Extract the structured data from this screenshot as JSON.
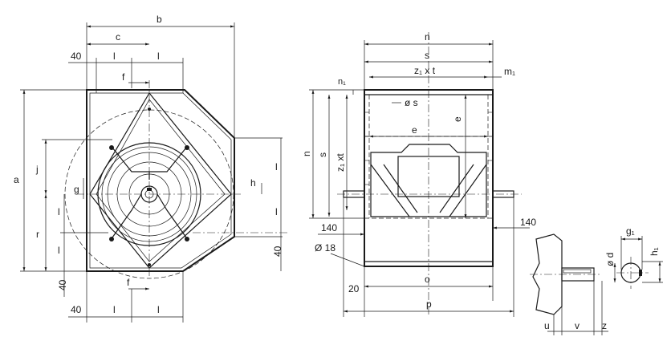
{
  "front_view": {
    "labels": {
      "b": "b",
      "c": "c",
      "dim_40_top": "40",
      "l_top_left": "l",
      "l_top_right": "l",
      "f_top": "f",
      "a": "a",
      "j": "j",
      "g": "g",
      "r": "r",
      "h": "h",
      "dim_40_left": "40",
      "f_bottom": "f",
      "dim_40_bottom": "40",
      "l_bottom_left": "l",
      "l_bottom_right": "l",
      "l_side_top": "l",
      "l_side_bottom": "l",
      "dim_40_right": "40"
    }
  },
  "side_view": {
    "labels": {
      "n_top": "n",
      "s_top": "s",
      "z1xt_top": "z₁ x t",
      "m1": "m₁",
      "n1": "n₁",
      "ds": "ø s",
      "e_horizontal": "e",
      "e_vertical": "e",
      "n_side": "n",
      "s_side": "s",
      "z1xt_side": "z₁ xt",
      "dim_140_left": "140",
      "dim_140_right": "140",
      "dia_18": "Ø 18",
      "dim_20": "20",
      "o": "o",
      "p": "p"
    }
  },
  "shaft_detail": {
    "labels": {
      "g1": "g₁",
      "d": "ø d",
      "h1": "h₁",
      "u": "u",
      "v": "v",
      "z": "z"
    }
  }
}
